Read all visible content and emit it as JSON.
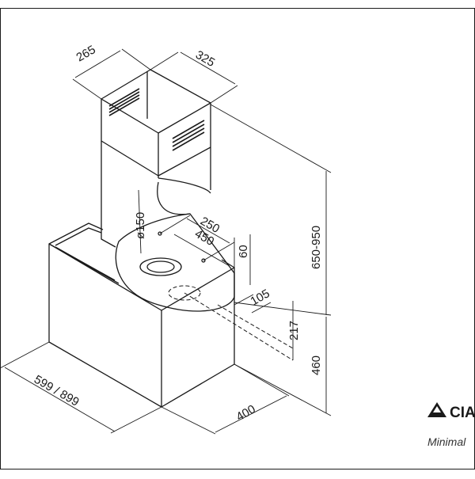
{
  "dimensions": {
    "duct_depth": "265",
    "duct_width": "325",
    "height_range": "650-950",
    "body_height": "460",
    "outlet_diameter": "ø150",
    "hole_offset_a": "250",
    "hole_offset_b": "450",
    "hole_offset_c": "60",
    "outlet_offset": "105",
    "outlet_height": "217",
    "width_options": "599 / 899",
    "body_depth": "400"
  },
  "brand": {
    "name": "CIA",
    "tagline": "Minimal"
  },
  "colors": {
    "line": "#1a1a1a",
    "background": "#ffffff"
  }
}
